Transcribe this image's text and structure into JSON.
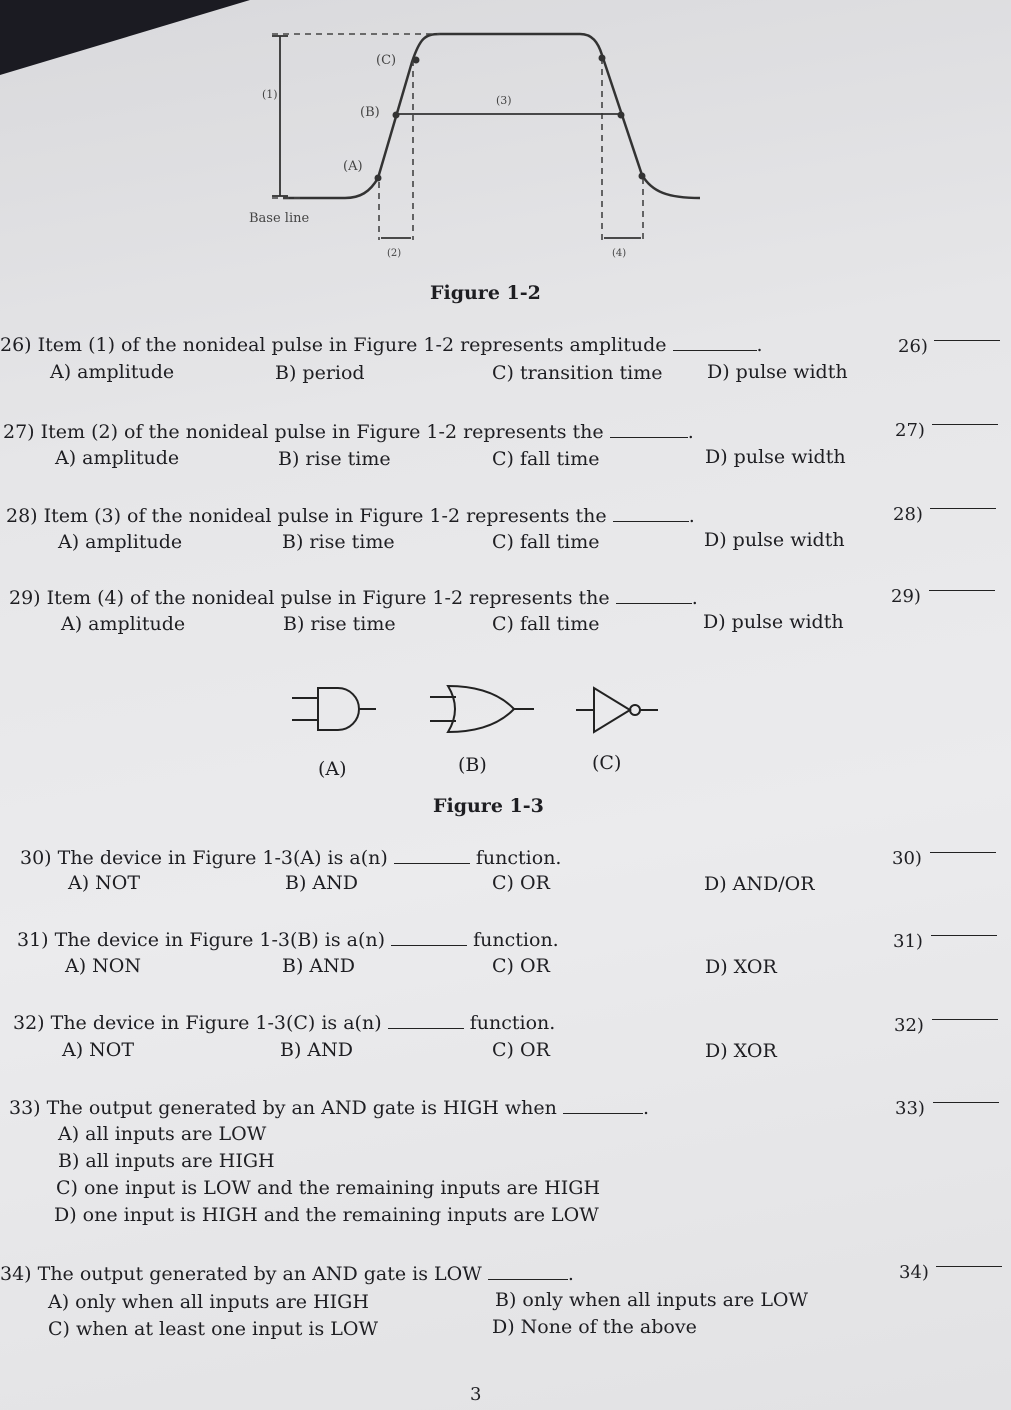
{
  "figure12": {
    "title": "Figure 1-2",
    "labels": {
      "item1": "(1)",
      "item2": "(2)",
      "item3": "(3)",
      "item4": "(4)",
      "A": "(A)",
      "B": "(B)",
      "C": "(C)",
      "baseline": "Base line"
    }
  },
  "figure13": {
    "title": "Figure 1-3",
    "labels": {
      "A": "(A)",
      "B": "(B)",
      "C": "(C)"
    }
  },
  "questions": [
    {
      "num": "26)",
      "pre": "Item (1) of the nonideal pulse in Figure 1-2 represents amplitude",
      "post": ".",
      "options": [
        "A) amplitude",
        "B) period",
        "C) transition time",
        "D) pulse width"
      ],
      "answer_num": "26)"
    },
    {
      "num": "27)",
      "pre": "Item (2) of the nonideal pulse in Figure 1-2 represents the",
      "post": ".",
      "options": [
        "A) amplitude",
        "B) rise time",
        "C) fall time",
        "D) pulse width"
      ],
      "answer_num": "27)"
    },
    {
      "num": "28)",
      "pre": "Item (3) of the nonideal pulse in Figure 1-2 represents the",
      "post": ".",
      "options": [
        "A) amplitude",
        "B) rise time",
        "C) fall time",
        "D) pulse width"
      ],
      "answer_num": "28)"
    },
    {
      "num": "29)",
      "pre": "Item (4) of the nonideal pulse in Figure 1-2 represents the",
      "post": ".",
      "options": [
        "A) amplitude",
        "B) rise time",
        "C) fall time",
        "D) pulse width"
      ],
      "answer_num": "29)"
    },
    {
      "num": "30)",
      "pre": "The device in Figure 1-3(A) is a(n)",
      "post": "function.",
      "options": [
        "A) NOT",
        "B) AND",
        "C) OR",
        "D) AND/OR"
      ],
      "answer_num": "30)"
    },
    {
      "num": "31)",
      "pre": "The device in Figure 1-3(B) is a(n)",
      "post": "function.",
      "options": [
        "A) NON",
        "B) AND",
        "C) OR",
        "D) XOR"
      ],
      "answer_num": "31)"
    },
    {
      "num": "32)",
      "pre": "The device in Figure 1-3(C) is a(n)",
      "post": "function.",
      "options": [
        "A) NOT",
        "B) AND",
        "C) OR",
        "D) XOR"
      ],
      "answer_num": "32)"
    },
    {
      "num": "33)",
      "pre": "The output generated by an AND gate is HIGH when",
      "post": ".",
      "options": [
        "A) all inputs are LOW",
        "B) all inputs are HIGH",
        "C) one input is LOW and the remaining inputs are HIGH",
        "D) one input is HIGH and the remaining inputs are LOW"
      ],
      "answer_num": "33)"
    },
    {
      "num": "34)",
      "pre": "The output generated by an AND gate is LOW",
      "post": ".",
      "options": [
        "A) only when all inputs are HIGH",
        "B) only when all inputs are LOW",
        "C) when at least one input is LOW",
        "D) None of the above"
      ],
      "answer_num": "34)"
    }
  ],
  "page_number": "3"
}
